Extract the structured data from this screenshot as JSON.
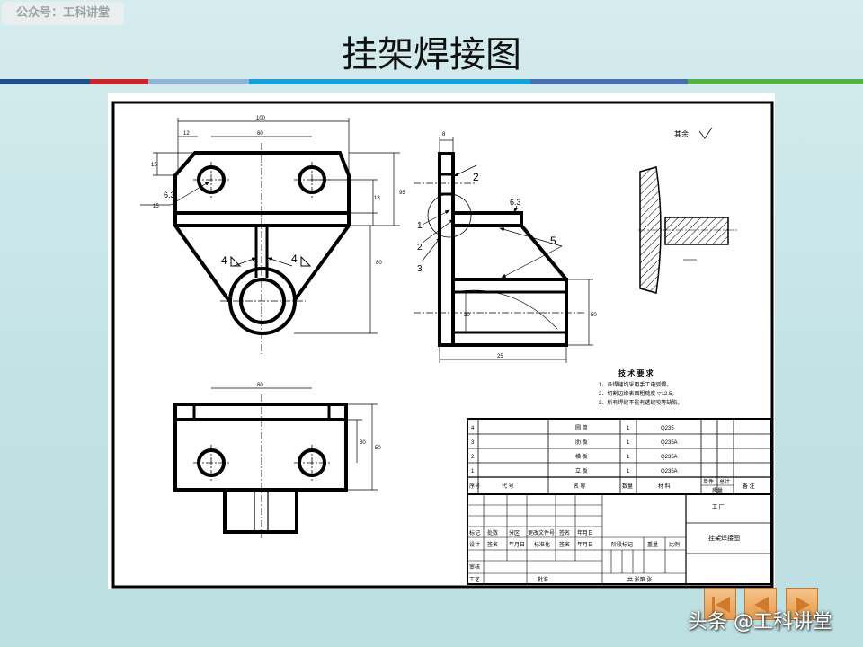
{
  "watermark": "公众号：工科讲堂",
  "slide_title": "挂架焊接图",
  "stripe_colors": [
    "#1f4e8c",
    "#c8282d",
    "#8fb4d6",
    "#1aa0d8",
    "#4a6db0",
    "#55b04a"
  ],
  "drawing": {
    "dims": {
      "d100": "100",
      "d60": "60",
      "d12": "12",
      "d15": "15",
      "d18": "18",
      "d95": "95",
      "d80": "80",
      "d25": "25",
      "d50": "50",
      "d8": "8",
      "d30": "30"
    },
    "weld_labels": {
      "w2": "2",
      "w63": "6.3",
      "w5": "5",
      "w4a": "4",
      "w4b": "4",
      "c1": "1",
      "c2": "2",
      "c3": "3",
      "r63": "6.3"
    },
    "roughness_note": "其余",
    "tech_title": "技 术 要 求",
    "tech_lines": [
      "1、各焊缝均采用手工电弧焊。",
      "2、切割边缘表面粗糙度 ▽12.5。",
      "3、所有焊缝不能有透缝咬等缺陷。"
    ],
    "parts": [
      {
        "no": "4",
        "name": "圆  筒",
        "qty": "1",
        "material": "Q235"
      },
      {
        "no": "3",
        "name": "肋  板",
        "qty": "1",
        "material": "Q235A"
      },
      {
        "no": "2",
        "name": "横  板",
        "qty": "1",
        "material": "Q235A"
      },
      {
        "no": "1",
        "name": "立  板",
        "qty": "1",
        "material": "Q235A"
      }
    ],
    "headers": {
      "seq": "序号",
      "code": "代    号",
      "name": "名    称",
      "qty": "数量",
      "material": "材    料",
      "unit": "单件",
      "total": "总计",
      "weight": "质量",
      "remark": "备  注"
    },
    "title_block": {
      "factory": "工    厂",
      "drawing_name": "挂架焊接图",
      "row_marks": [
        "标记",
        "处数",
        "分区",
        "更改文件号",
        "签名",
        "年月日"
      ],
      "row_design": [
        "设计",
        "签名",
        "年月日",
        "标准化",
        "签名",
        "年月日"
      ],
      "stage": "阶段标记",
      "weight": "重量",
      "scale": "比例",
      "review": "审核",
      "process": "工艺",
      "approve": "批准",
      "sheets": "共    张第    张"
    }
  },
  "nav": [
    "first-icon",
    "prev-icon",
    "next-icon"
  ],
  "credit": "头条 @工科讲堂"
}
